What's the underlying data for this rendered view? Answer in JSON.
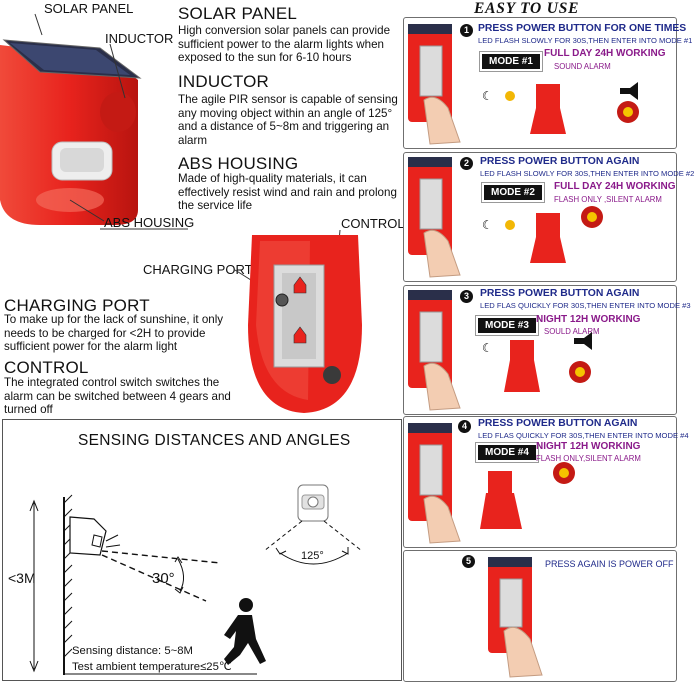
{
  "callouts": {
    "solar_panel": "SOLAR PANEL",
    "inductor": "INDUCTOR",
    "abs_housing": "ABS HOUSING",
    "control": "CONTROL",
    "charging_port": "CHARGING PORT"
  },
  "features": [
    {
      "title": "SOLAR PANEL",
      "text": "High conversion solar panels can provide sufficient power to the alarm lights when exposed to the sun for 6-10 hours"
    },
    {
      "title": "INDUCTOR",
      "text": "The agile PIR sensor is capable of sensing any moving object within an angle of 125° and a distance of 5~8m and triggering an alarm"
    },
    {
      "title": "ABS HOUSING",
      "text": "Made of high-quality materials, it can effectively resist wind and rain and prolong the service life"
    },
    {
      "title": "CHARGING PORT",
      "text": "To make up for the lack of sunshine, it only needs to be charged for <2H to provide sufficient power for the alarm light"
    },
    {
      "title": "CONTROL",
      "text": "The integrated control switch switches the alarm can be switched between 4 gears and turned off"
    }
  ],
  "sensing": {
    "title": "SENSING DISTANCES AND ANGLES",
    "height": "<3M",
    "angle_vertical": "30°",
    "angle_horizontal": "125°",
    "distance": "Sensing distance: 5~8M",
    "temperature": "Test ambient temperature≤25℃"
  },
  "easy": {
    "title": "EASY TO USE",
    "steps": [
      {
        "num": "1",
        "title": "PRESS POWER BUTTON FOR ONE TIMES",
        "sub": "LED FLASH SLOWLY FOR 30S,THEN ENTER INTO MODE #1",
        "mode": "MODE #1",
        "work": "FULL DAY 24H WORKING",
        "alarm": "SOUND ALARM"
      },
      {
        "num": "2",
        "title": "PRESS POWER BUTTON AGAIN",
        "sub": "LED FLASH SLOWLY FOR 30S,THEN ENTER INTO MODE #2",
        "mode": "MODE #2",
        "work": "FULL DAY 24H WORKING",
        "alarm": "FLASH ONLY ,SILENT ALARM"
      },
      {
        "num": "3",
        "title": "PRESS POWER BUTTON AGAIN",
        "sub": "LED FLAS QUICKLY FOR 30S,THEN ENTER INTO MODE #3",
        "mode": "MODE #3",
        "work": "NIGHT 12H WORKING",
        "alarm": "SOULD ALARM"
      },
      {
        "num": "4",
        "title": "PRESS POWER BUTTON AGAIN",
        "sub": "LED FLAS QUICKLY FOR 30S,THEN ENTER INTO MODE #4",
        "mode": "MODE #4",
        "work": "NIGHT 12H WORKING",
        "alarm": "FLASH ONLY,SILENT ALARM"
      },
      {
        "num": "5",
        "title": "PRESS AGAIN IS POWER OFF"
      }
    ]
  },
  "colors": {
    "device_red": "#e8231d",
    "title_blue": "#1f2a8a",
    "mode_purple": "#8a1a8a"
  }
}
